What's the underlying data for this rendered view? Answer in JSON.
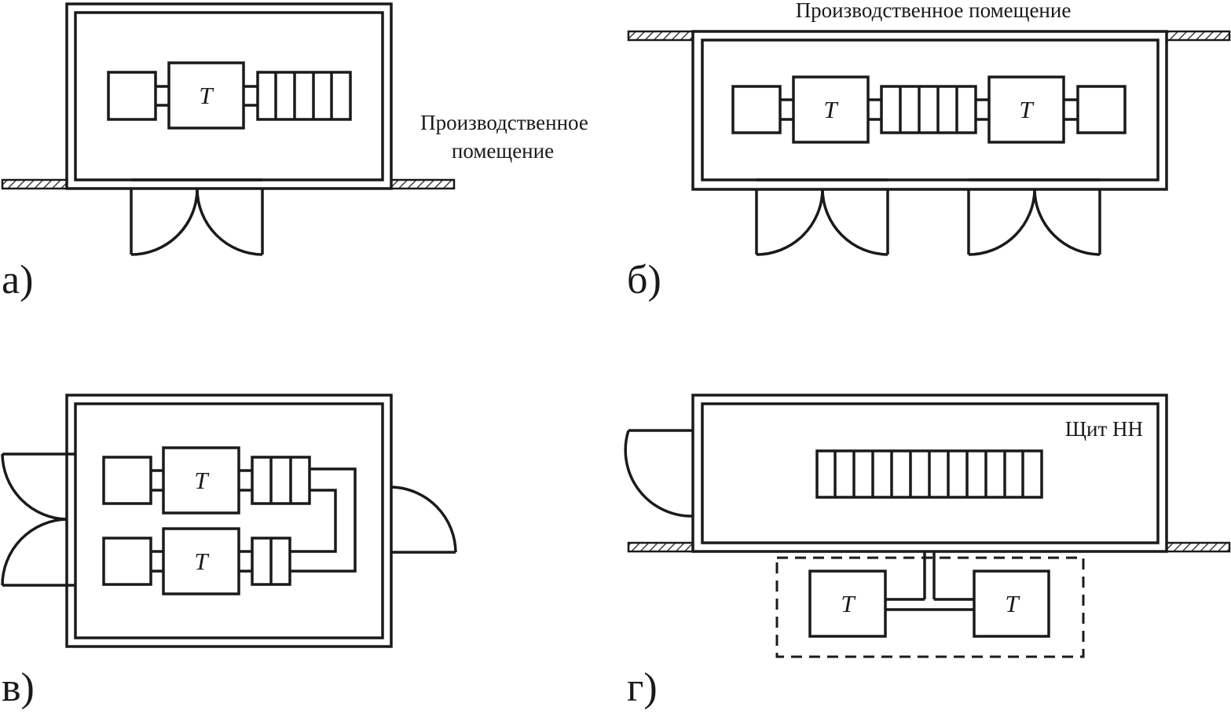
{
  "panels": [
    {
      "id": "a",
      "label": "а)",
      "room_label_lines": [
        "Производственное",
        "помещение"
      ]
    },
    {
      "id": "b",
      "label": "б)",
      "room_label": "Производственное помещение"
    },
    {
      "id": "v",
      "label": "в)"
    },
    {
      "id": "g",
      "label": "г)",
      "board_label": "Щит НН"
    }
  ],
  "transformer_label": "T",
  "colors": {
    "line": "#1a1a1a",
    "background": "#ffffff"
  }
}
